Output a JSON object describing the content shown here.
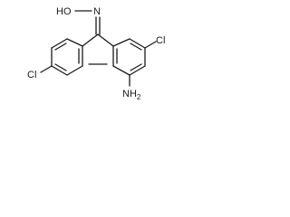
{
  "labels": {
    "oxime": "HO",
    "oxime_n": "N",
    "chlorine_left": "Cl",
    "chlorine_right": "Cl",
    "amine": "NH",
    "amine_subscript": "2"
  }
}
